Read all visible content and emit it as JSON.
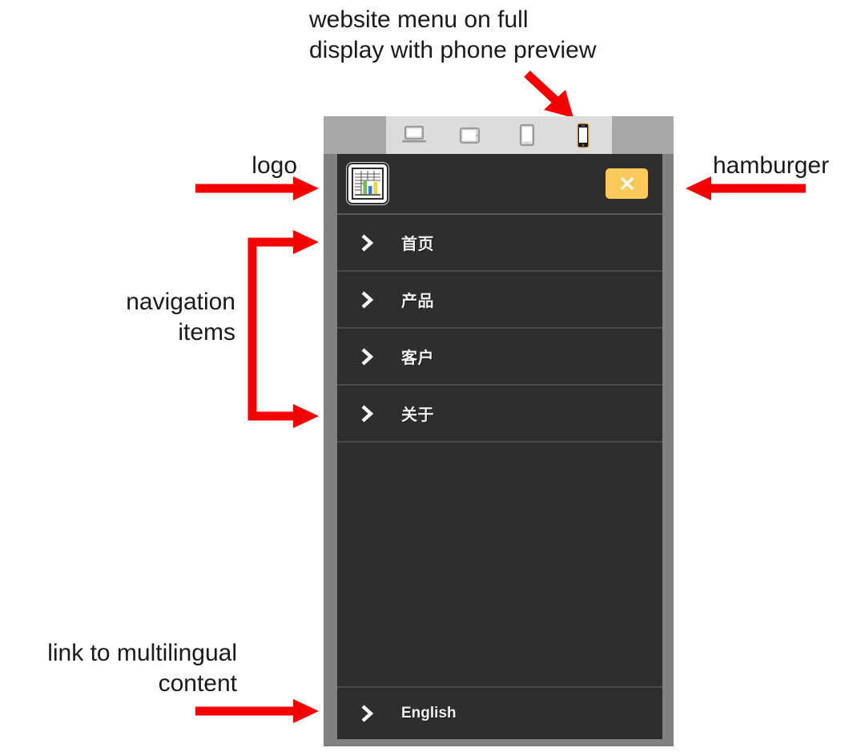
{
  "annotations": {
    "top": "website menu on full\ndisplay with phone preview",
    "logo": "logo",
    "hamburger": "hamburger",
    "navigation": "navigation\nitems",
    "language": "link to multilingual\ncontent",
    "arrow_color": "#f50000"
  },
  "device_toolbar": {
    "buttons": [
      {
        "name": "laptop-icon",
        "label": "Desktop",
        "selected": false
      },
      {
        "name": "tablet-landscape-icon",
        "label": "Tablet landscape",
        "selected": false
      },
      {
        "name": "tablet-portrait-icon",
        "label": "Tablet portrait",
        "selected": false
      },
      {
        "name": "phone-icon",
        "label": "Phone",
        "selected": true
      }
    ],
    "background": "#a8a8a8",
    "inner_background": "#dcdcdc"
  },
  "site": {
    "header": {
      "logo_icon": "spreadsheet-chart-logo",
      "close_button": {
        "icon": "close-x-icon",
        "label": "X",
        "color": "#fbc85a"
      }
    },
    "nav_items": [
      {
        "icon": "chevron-right-icon",
        "label": "首页"
      },
      {
        "icon": "chevron-right-icon",
        "label": "产品"
      },
      {
        "icon": "chevron-right-icon",
        "label": "客户"
      },
      {
        "icon": "chevron-right-icon",
        "label": "关于"
      }
    ],
    "language_link": {
      "icon": "chevron-right-icon",
      "label": "English"
    },
    "colors": {
      "panel_background": "#2e2e2e",
      "frame_gray": "#808080",
      "outer_gray": "#a8a8a8",
      "text": "#f2f2f2",
      "separator": "#4a4a4a"
    }
  }
}
